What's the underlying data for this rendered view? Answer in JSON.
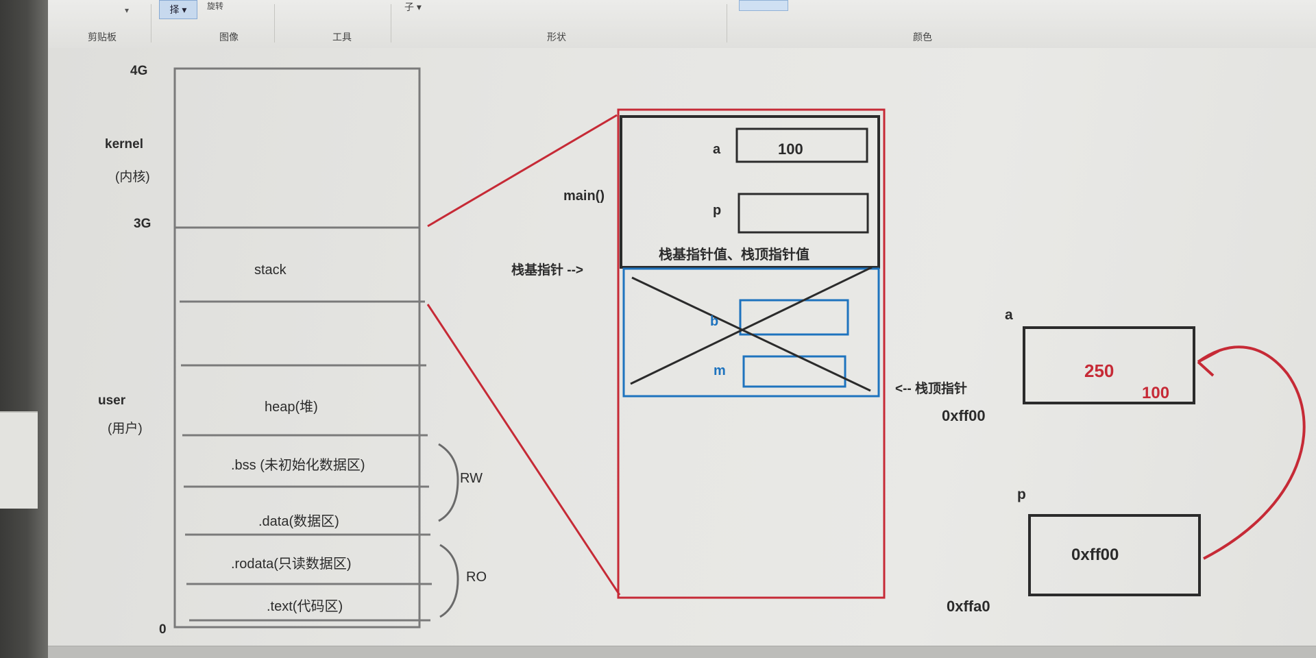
{
  "ribbon": {
    "clipboard_label": "剪贴板",
    "image_label": "图像",
    "tools_label": "工具",
    "shapes_label": "形状",
    "colors_label": "颜色",
    "select_button_label": "择 ▾",
    "top_char": "子 ▾",
    "top_icon_text": "旋转"
  },
  "memory_layout": {
    "top_label": "4G",
    "kernel_label": "kernel",
    "kernel_cn": "(内核)",
    "split_label": "3G",
    "user_label": "user",
    "user_cn": "(用户)",
    "bottom_label": "0",
    "segments": {
      "stack": "stack",
      "heap": "heap(堆)",
      "bss": ".bss (未初始化数据区)",
      "data": ".data(数据区)",
      "rodata": ".rodata(只读数据区)",
      "text": ".text(代码区)"
    },
    "rw_label": "RW",
    "ro_label": "RO"
  },
  "stack_frame": {
    "main_label": "main()",
    "var_a": "a",
    "var_a_value": "100",
    "var_p": "p",
    "frame_note": "栈基指针值、栈顶指针值",
    "base_pointer_label": "栈基指针 -->",
    "var_b": "b",
    "var_m": "m",
    "top_pointer_label": "<--   栈顶指针"
  },
  "pointer_demo": {
    "a_label": "a",
    "a_new_value": "250",
    "a_old_value": "100",
    "a_address": "0xff00",
    "p_label": "p",
    "p_value": "0xff00",
    "p_address": "0xffa0"
  },
  "colors": {
    "red": "#c62a36",
    "blue": "#1e73be",
    "ink": "#2b2b2b"
  }
}
